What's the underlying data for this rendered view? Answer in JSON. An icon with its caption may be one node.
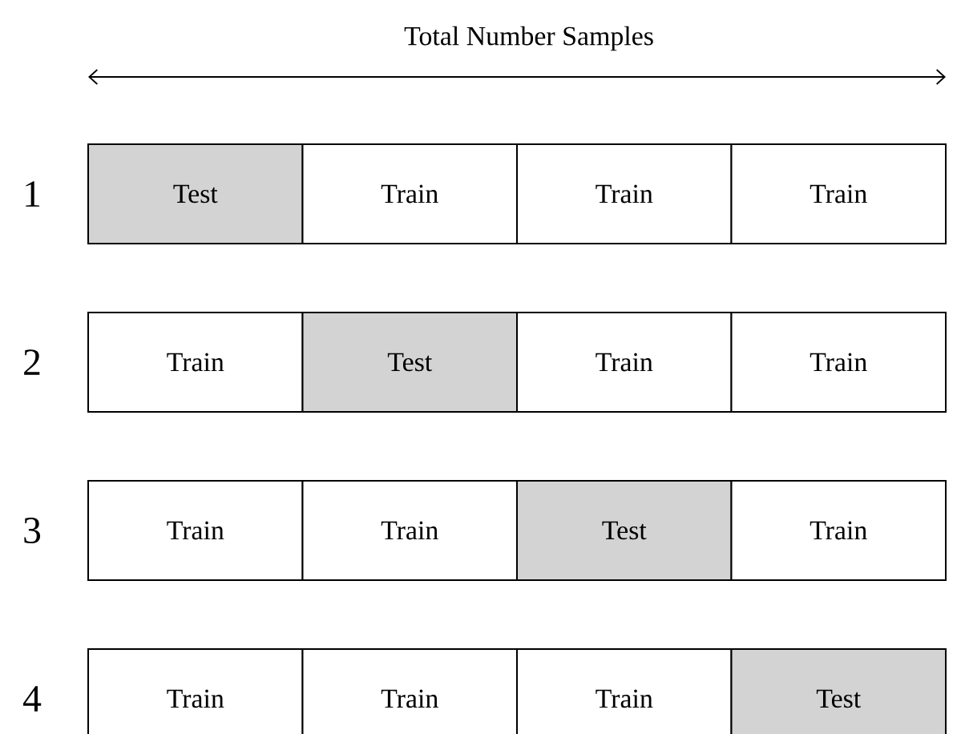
{
  "diagram": {
    "nodes": [
      {
        "text": [
          "Test"
        ]
      },
      {
        "text": [
          "Train"
        ]
      },
      {
        "text": [
          "Train"
        ]
      },
      {
        "text": [
          "Train"
        ]
      },
      {
        "text": [
          "Train"
        ]
      },
      {
        "text": [
          "Test"
        ]
      },
      {
        "text": [
          "Train"
        ]
      },
      {
        "text": [
          "Train"
        ]
      },
      {
        "text": [
          "Train"
        ]
      },
      {
        "text": [
          "Train"
        ]
      },
      {
        "text": [
          "Test"
        ]
      },
      {
        "text": [
          "Train"
        ]
      },
      {
        "text": [
          "Train"
        ]
      },
      {
        "text": [
          "Train"
        ]
      },
      {
        "text": [
          "Train"
        ]
      },
      {
        "text": [
          "Test"
        ]
      }
    ],
    "labels": [
      "Total Number Samples",
      "1",
      "2",
      "3",
      "4"
    ]
  }
}
